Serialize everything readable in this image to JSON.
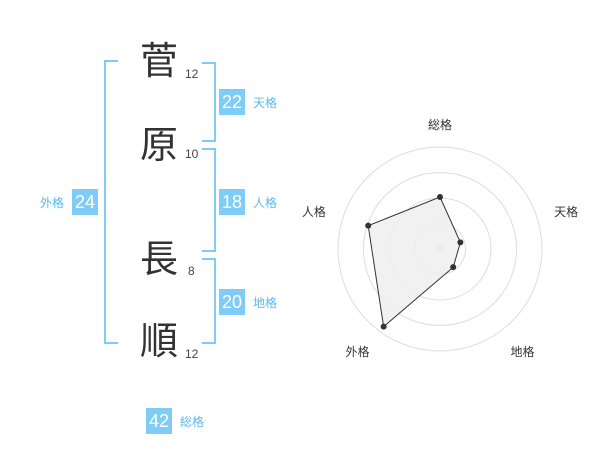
{
  "name": {
    "chars": [
      {
        "char": "菅",
        "strokes": "12"
      },
      {
        "char": "原",
        "strokes": "10"
      },
      {
        "char": "長",
        "strokes": "8"
      },
      {
        "char": "順",
        "strokes": "12"
      }
    ]
  },
  "kakusu": {
    "tenkaku": {
      "value": "22",
      "label": "天格"
    },
    "jinkaku": {
      "value": "18",
      "label": "人格"
    },
    "chikaku": {
      "value": "20",
      "label": "地格"
    },
    "gaikaku": {
      "value": "24",
      "label": "外格"
    },
    "soukaku": {
      "value": "42",
      "label": "総格"
    }
  },
  "colors": {
    "accent": "#7fcdf6",
    "accent_text": "#5ab9ee"
  },
  "chart_data": {
    "type": "radar",
    "axes": [
      "総格",
      "天格",
      "地格",
      "外格",
      "人格"
    ],
    "values": [
      0.51,
      0.21,
      0.22,
      0.94,
      0.74
    ],
    "rings": 4,
    "fill": "#eeeeee",
    "stroke": "#333333"
  }
}
